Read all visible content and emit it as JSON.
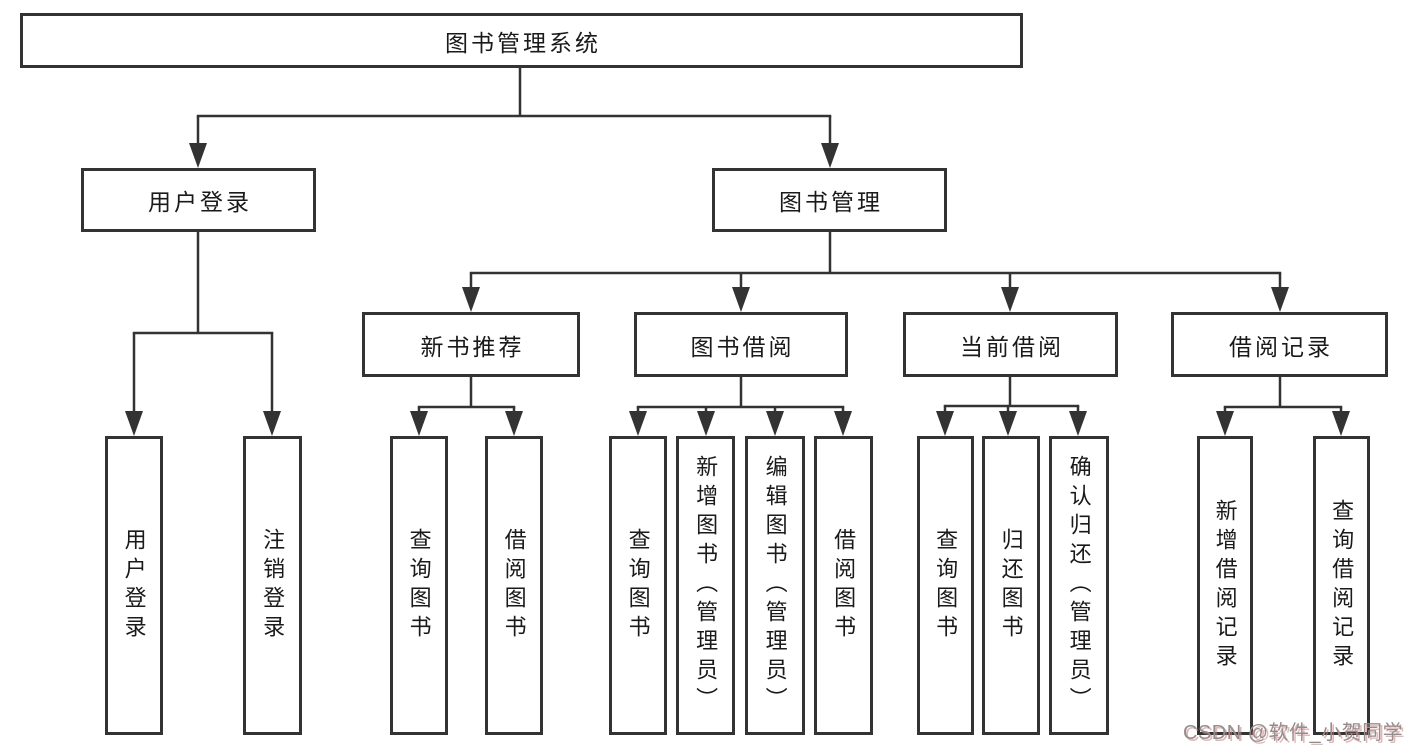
{
  "colors": {
    "line": "#333333",
    "text": "#1a1a1a",
    "box_background": "#ffffff",
    "watermark_gray": "#8f8f8f",
    "watermark_shadow_red": "#d67878"
  },
  "watermark": {
    "text": "CSDN @软件_小贺同学"
  },
  "tree": {
    "root": {
      "label": "图书管理系统"
    },
    "branches": [
      {
        "label": "用户登录",
        "children": [
          {
            "label": "用户登录"
          },
          {
            "label": "注销登录"
          }
        ]
      },
      {
        "label": "图书管理",
        "children": [
          {
            "label": "新书推荐",
            "children": [
              {
                "label": "查询图书"
              },
              {
                "label": "借阅图书"
              }
            ]
          },
          {
            "label": "图书借阅",
            "children": [
              {
                "label": "查询图书"
              },
              {
                "label": "新增图书（管理员）"
              },
              {
                "label": "编辑图书（管理员）"
              },
              {
                "label": "借阅图书"
              }
            ]
          },
          {
            "label": "当前借阅",
            "children": [
              {
                "label": "查询图书"
              },
              {
                "label": "归还图书"
              },
              {
                "label": "确认归还（管理员）"
              }
            ]
          },
          {
            "label": "借阅记录",
            "children": [
              {
                "label": "新增借阅记录"
              },
              {
                "label": "查询借阅记录"
              }
            ]
          }
        ]
      }
    ]
  }
}
